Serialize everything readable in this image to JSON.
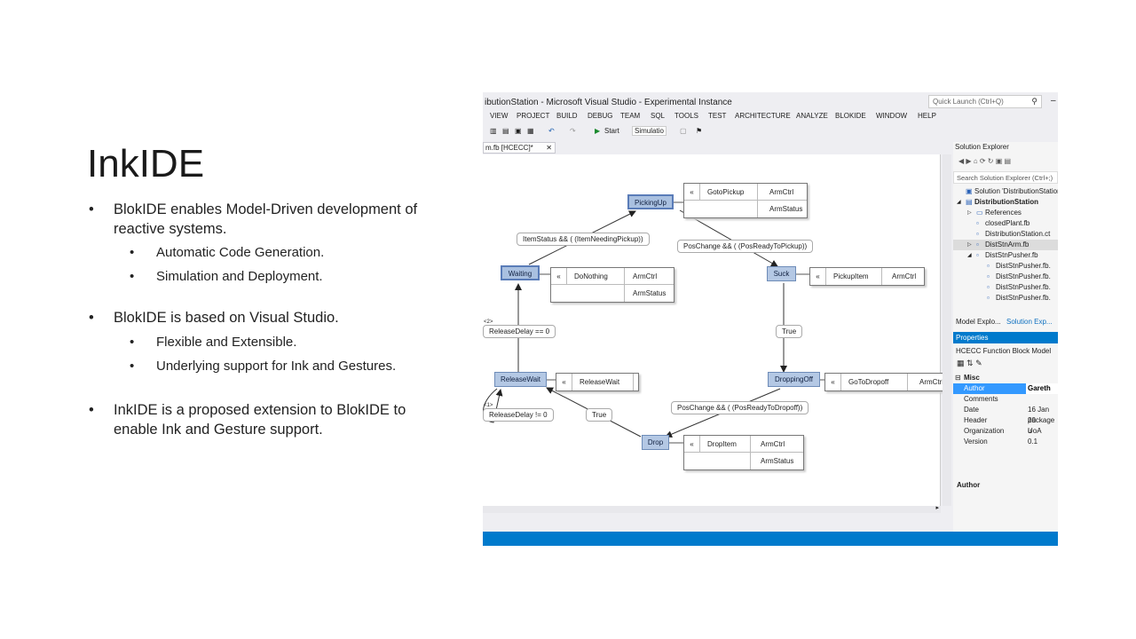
{
  "slide": {
    "title": "InkIDE",
    "bullets": [
      {
        "level": 1,
        "text": "BlokIDE enables Model-Driven development of reactive systems."
      },
      {
        "level": 2,
        "text": "Automatic Code Generation."
      },
      {
        "level": 2,
        "text": "Simulation and Deployment."
      },
      {
        "level": 1,
        "text": "BlokIDE is based on Visual Studio."
      },
      {
        "level": 2,
        "text": "Flexible and Extensible."
      },
      {
        "level": 2,
        "text": "Underlying support for Ink and Gestures."
      },
      {
        "level": 1,
        "text": "InkIDE is a proposed extension to BlokIDE to enable Ink and Gesture support."
      }
    ]
  },
  "vs": {
    "window_title": "ibutionStation - Microsoft Visual Studio - Experimental Instance",
    "quick_launch_placeholder": "Quick Launch (Ctrl+Q)",
    "menu": [
      "VIEW",
      "PROJECT",
      "BUILD",
      "DEBUG",
      "TEAM",
      "SQL",
      "TOOLS",
      "TEST",
      "ARCHITECTURE",
      "ANALYZE",
      "BLOKIDE",
      "WINDOW",
      "HELP"
    ],
    "toolbar": {
      "start_label": "Start",
      "config_label": "Simulatio"
    },
    "doc_tab": "m.fb [HCECC]*",
    "diagram": {
      "states": {
        "picking_up": "PickingUp",
        "waiting": "Waiting",
        "suck": "Suck",
        "release_wait": "ReleaseWait",
        "dropping_off": "DroppingOff",
        "drop": "Drop"
      },
      "actions": {
        "picking_up": [
          [
            "GotoPickup",
            "ArmCtrl"
          ],
          [
            "",
            "ArmStatus"
          ]
        ],
        "waiting": [
          [
            "DoNothing",
            "ArmCtrl"
          ],
          [
            "",
            "ArmStatus"
          ]
        ],
        "suck": [
          [
            "PickupItem",
            "ArmCtrl"
          ]
        ],
        "release_wait": [
          [
            "ReleaseWait",
            ""
          ]
        ],
        "dropping_off": [
          [
            "GoToDropoff",
            "ArmCtrl"
          ]
        ],
        "drop": [
          [
            "DropItem",
            "ArmCtrl"
          ],
          [
            "",
            "ArmStatus"
          ]
        ]
      },
      "guards": {
        "waiting_to_picking": "ItemStatus && ( (ItemNeedingPickup))",
        "picking_to_suck": "PosChange && ( (PosReadyToPickup))",
        "suck_to_dropping": "True",
        "dropping_to_drop": "PosChange && ( (PosReadyToDropoff))",
        "drop_to_release": "True",
        "release_to_waiting": "ReleaseDelay == 0",
        "release_self": "ReleaseDelay != 0",
        "priority_1": "<2>",
        "priority_2": "<1>"
      }
    },
    "solution_explorer": {
      "title": "Solution Explorer",
      "search_placeholder": "Search Solution Explorer (Ctrl+;)",
      "tree": [
        {
          "indent": 0,
          "arrow": "",
          "icon": "▣",
          "text": "Solution 'DistributionStation",
          "bold": false,
          "hl": false
        },
        {
          "indent": 0,
          "arrow": "◢",
          "icon": "▤",
          "text": "DistributionStation",
          "bold": true,
          "hl": false
        },
        {
          "indent": 1,
          "arrow": "▷",
          "icon": "▭",
          "text": "References",
          "bold": false,
          "hl": false
        },
        {
          "indent": 1,
          "arrow": "",
          "icon": "▫",
          "text": "closedPlant.fb",
          "bold": false,
          "hl": false
        },
        {
          "indent": 1,
          "arrow": "",
          "icon": "▫",
          "text": "DistributionStation.ct",
          "bold": false,
          "hl": false
        },
        {
          "indent": 1,
          "arrow": "▷",
          "icon": "▫",
          "text": "DistStnArm.fb",
          "bold": false,
          "hl": true
        },
        {
          "indent": 1,
          "arrow": "◢",
          "icon": "▫",
          "text": "DistStnPusher.fb",
          "bold": false,
          "hl": false
        },
        {
          "indent": 2,
          "arrow": "",
          "icon": "▫",
          "text": "DistStnPusher.fb.",
          "bold": false,
          "hl": false
        },
        {
          "indent": 2,
          "arrow": "",
          "icon": "▫",
          "text": "DistStnPusher.fb.",
          "bold": false,
          "hl": false
        },
        {
          "indent": 2,
          "arrow": "",
          "icon": "▫",
          "text": "DistStnPusher.fb.",
          "bold": false,
          "hl": false
        },
        {
          "indent": 2,
          "arrow": "",
          "icon": "▫",
          "text": "DistStnPusher.fb.",
          "bold": false,
          "hl": false
        }
      ],
      "tabs": [
        "Model Explo...",
        "Solution Exp..."
      ]
    },
    "properties": {
      "title": "Properties",
      "subject": "HCECC  Function Block Model",
      "category": "Misc",
      "rows": [
        {
          "key": "Author",
          "value": "Gareth",
          "selected": true
        },
        {
          "key": "Comments",
          "value": "",
          "selected": false
        },
        {
          "key": "Date",
          "value": "16 Jan 20",
          "selected": false
        },
        {
          "key": "Header",
          "value": "package u",
          "selected": false
        },
        {
          "key": "Organization",
          "value": "UoA",
          "selected": false
        },
        {
          "key": "Version",
          "value": "0.1",
          "selected": false
        }
      ],
      "description_title": "Author"
    },
    "colors": {
      "accent": "#007acc",
      "state_fill": "#b4c8e4",
      "chrome": "#eeeef2"
    }
  }
}
